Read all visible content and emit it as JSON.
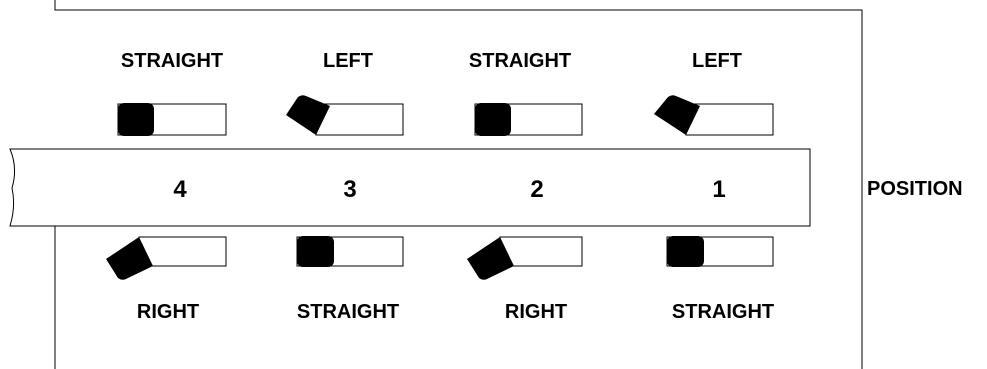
{
  "side_label": "POSITION",
  "switches": [
    {
      "number": "4",
      "top": {
        "label": "STRAIGHT",
        "state": "straight"
      },
      "bottom": {
        "label": "RIGHT",
        "state": "right"
      }
    },
    {
      "number": "3",
      "top": {
        "label": "LEFT",
        "state": "left"
      },
      "bottom": {
        "label": "STRAIGHT",
        "state": "straight"
      }
    },
    {
      "number": "2",
      "top": {
        "label": "STRAIGHT",
        "state": "straight"
      },
      "bottom": {
        "label": "RIGHT",
        "state": "right"
      }
    },
    {
      "number": "1",
      "top": {
        "label": "LEFT",
        "state": "left"
      },
      "bottom": {
        "label": "STRAIGHT",
        "state": "straight"
      }
    }
  ]
}
